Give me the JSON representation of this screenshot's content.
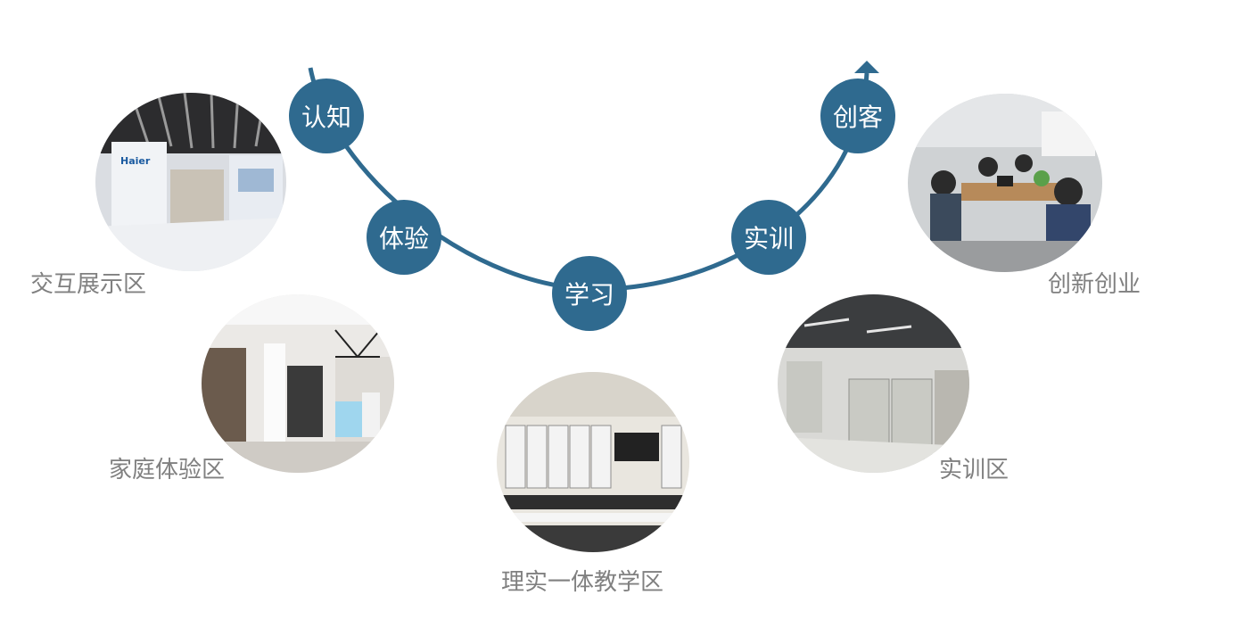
{
  "stages": [
    {
      "id": "renzhi",
      "label": "认知"
    },
    {
      "id": "tiyan",
      "label": "体验"
    },
    {
      "id": "xuexi",
      "label": "学习"
    },
    {
      "id": "shixun",
      "label": "实训"
    },
    {
      "id": "chuangke",
      "label": "创客"
    }
  ],
  "areas": [
    {
      "id": "interactive-display",
      "label": "交互展示区"
    },
    {
      "id": "home-experience",
      "label": "家庭体验区"
    },
    {
      "id": "integrated-teaching",
      "label": "理实一体教学区"
    },
    {
      "id": "training",
      "label": "实训区"
    },
    {
      "id": "innovation",
      "label": "创新创业"
    }
  ],
  "photo_text": {
    "brand": "Haier"
  },
  "colors": {
    "accent": "#2f6a8f",
    "label": "#808080"
  },
  "icons": {
    "arc_end": "arrow-up-icon"
  }
}
